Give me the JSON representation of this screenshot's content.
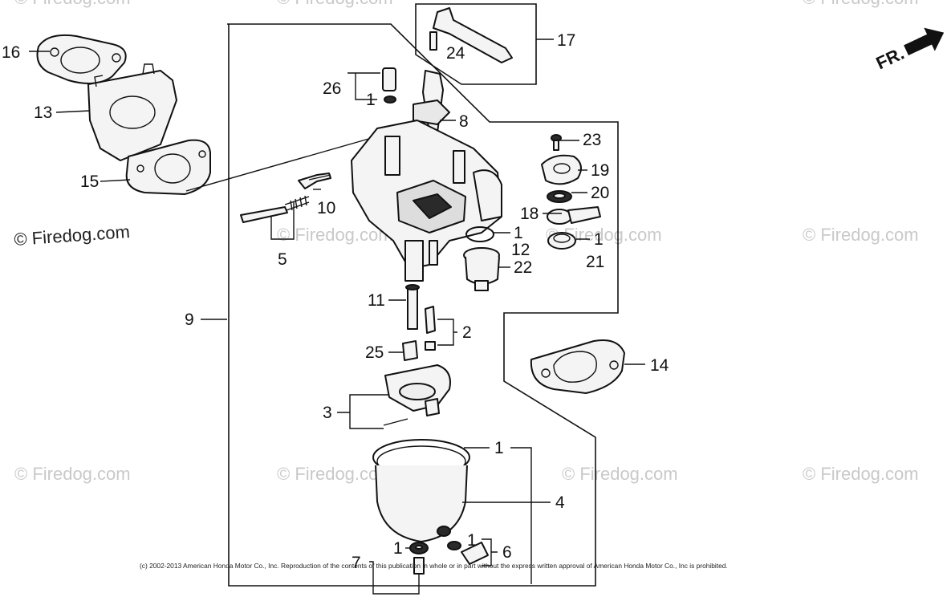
{
  "watermarks": [
    "© Firedog.com",
    "© Firedog.com",
    "© Firedog.com",
    "© Firedog.com",
    "© Firedog.com",
    "© Firedog.com",
    "© Firedog.com",
    "© Firedog.com"
  ],
  "direction_label": "FR.",
  "copyright": "(c) 2002-2013 American Honda Motor Co., Inc. Reproduction of the contents of this publication in whole or in part without the express written approval of American Honda Motor Co., Inc is prohibited.",
  "callouts": {
    "c16": "16",
    "c13": "13",
    "c15": "15",
    "c26": "26",
    "c1a": "1",
    "c8": "8",
    "c17": "17",
    "c24": "24",
    "c10": "10",
    "c5": "5",
    "c23": "23",
    "c19": "19",
    "c20": "20",
    "c18": "18",
    "c1b": "1",
    "c21": "21",
    "c1c": "1",
    "c12": "12",
    "c22": "22",
    "c9": "9",
    "c11": "11",
    "c2": "2",
    "c25": "25",
    "c14": "14",
    "c3": "3",
    "c1d": "1",
    "c4": "4",
    "c1e": "1",
    "c6": "6",
    "c7": "7",
    "c1f": "1"
  }
}
